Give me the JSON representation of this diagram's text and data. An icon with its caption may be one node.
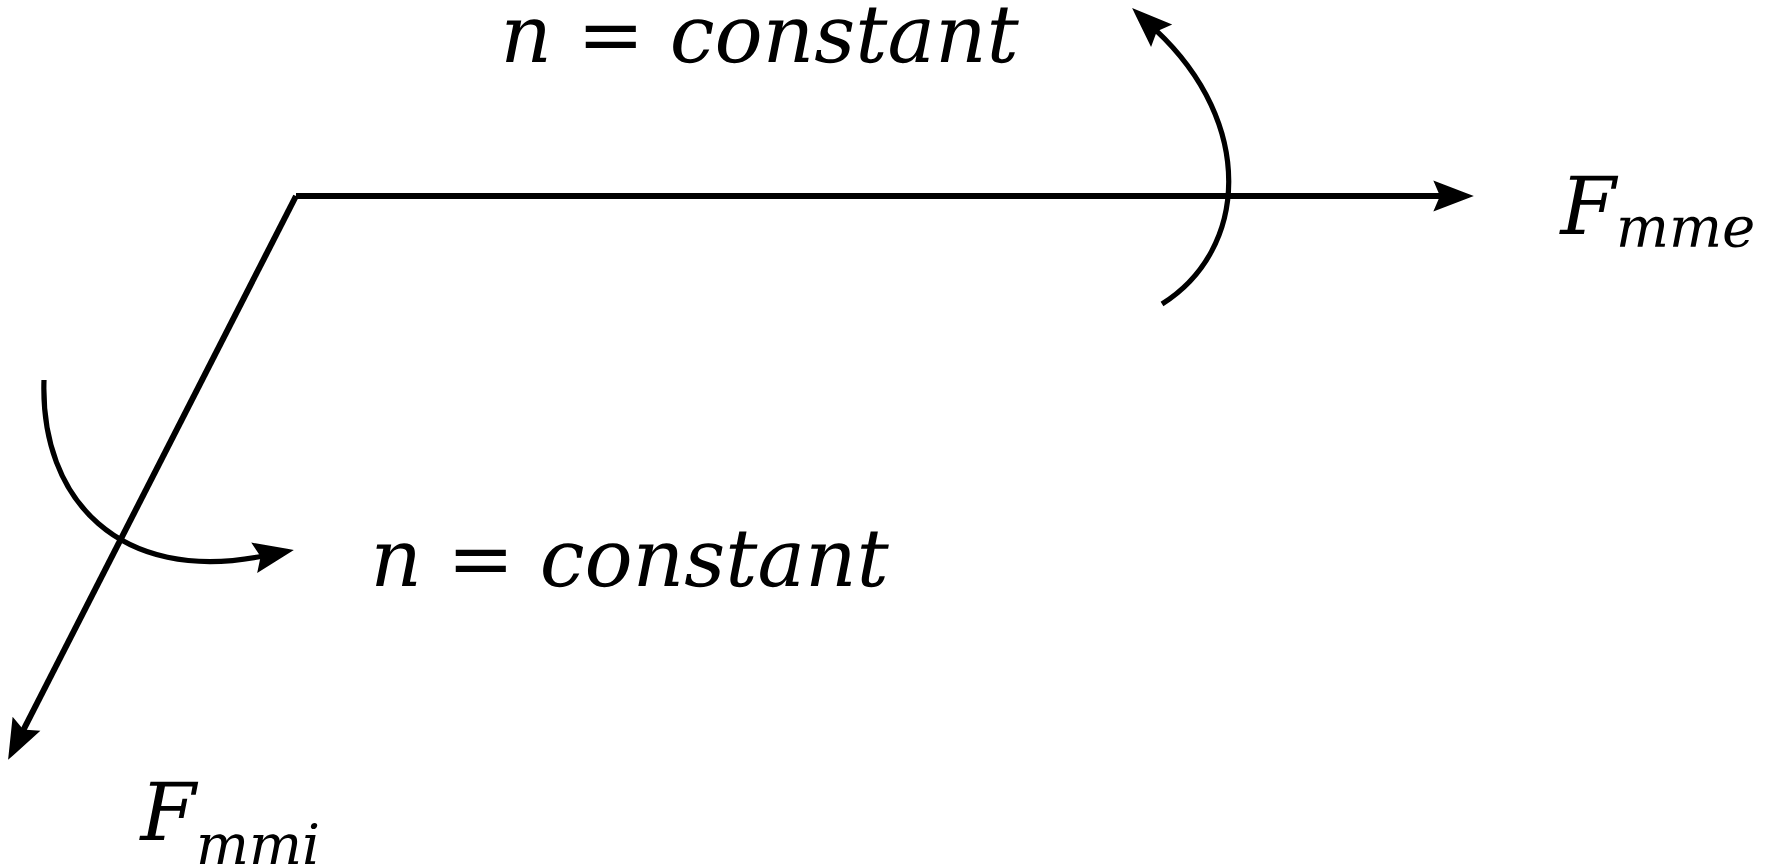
{
  "diagram": {
    "labels": [
      "n = constant",
      "F$_{mme}$",
      "n = constant",
      "F$_{mmi}$"
    ]
  }
}
